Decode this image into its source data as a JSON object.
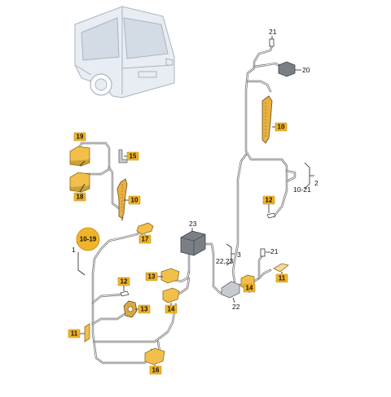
{
  "labels": {
    "l2": "2",
    "l3": "3",
    "l1": "1",
    "l1021": "10-21",
    "l2223": "22,23",
    "l23": "23",
    "l21a": "21",
    "l21b": "21",
    "l20": "20",
    "l22": "22",
    "l1019": "10-19"
  },
  "badges": {
    "b10a": "10",
    "b10b": "10",
    "b19": "19",
    "b18": "18",
    "b15": "15",
    "b17": "17",
    "b12a": "12",
    "b12b": "12",
    "b13a": "13",
    "b13b": "13",
    "b14a": "14",
    "b14b": "14",
    "b11a": "11",
    "b11b": "11",
    "b16": "16"
  },
  "colors": {
    "badge": "#f0b428",
    "connector": "#f2c04a",
    "wire": "#666666"
  }
}
